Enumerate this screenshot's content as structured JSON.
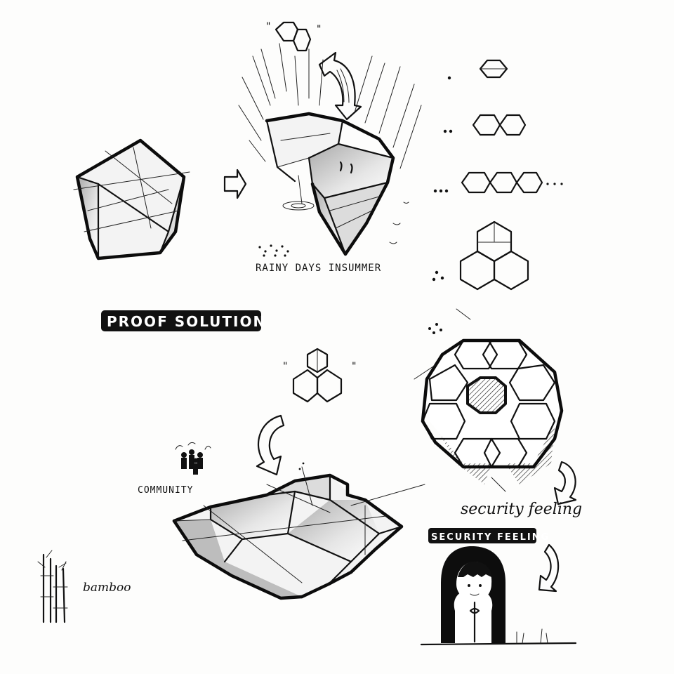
{
  "labels": {
    "rainy_days": "RAINY DAYS INSUMMER",
    "proof_solution": "PROOF SOLUTION",
    "community": "COMMUNITY",
    "security_script": "security feeling",
    "security_stamp": "SECURITY FEELING",
    "bamboo": "bamboo"
  },
  "colors": {
    "ink": "#111111",
    "paper": "#fdfdfc",
    "shade": "#bdbdbd"
  }
}
